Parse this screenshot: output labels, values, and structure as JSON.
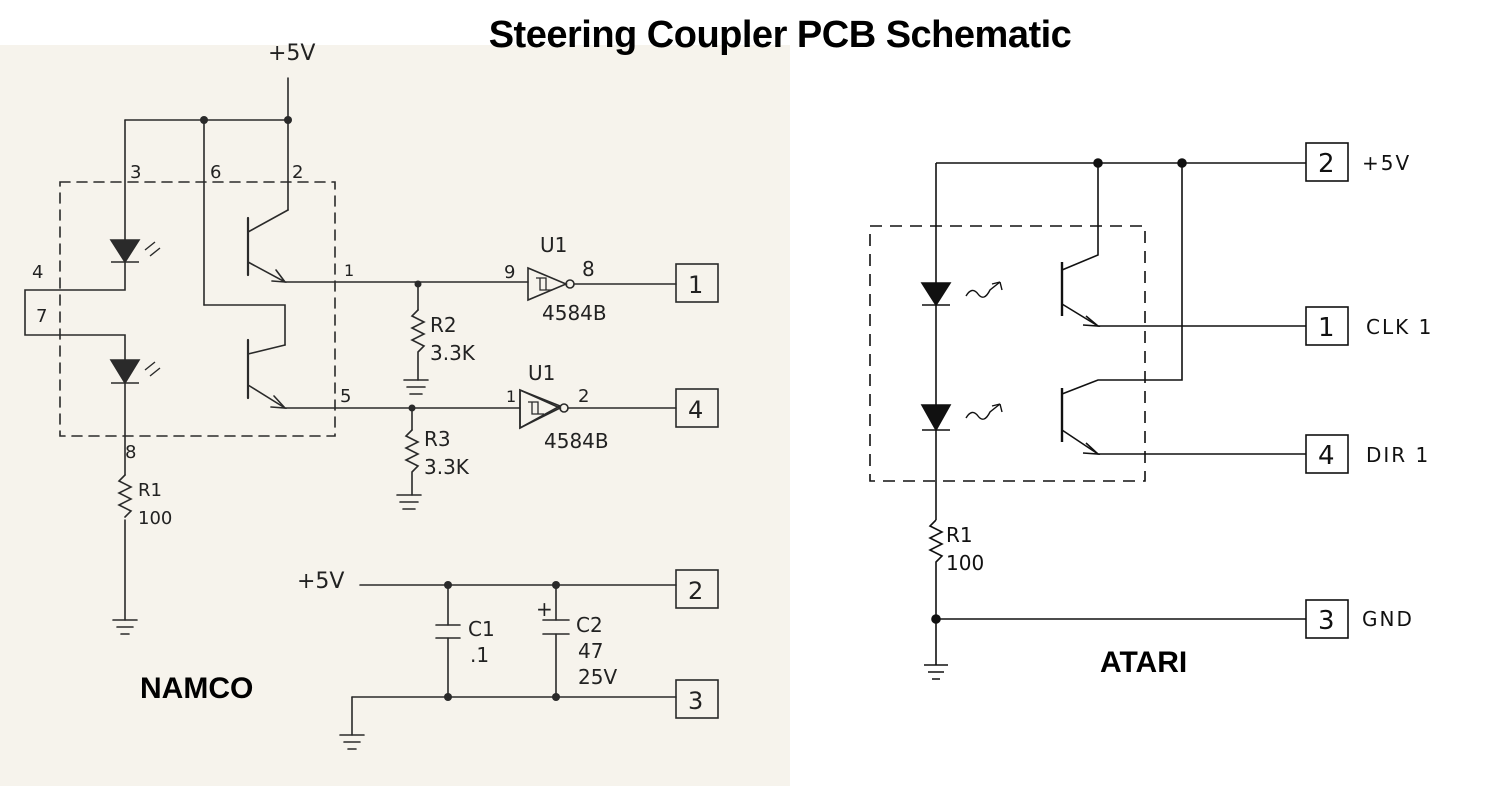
{
  "title": "Steering Coupler PCB Schematic",
  "namco": {
    "label": "NAMCO",
    "supply_top": "+5V",
    "supply_bottom": "+5V",
    "pins": {
      "p1": "1",
      "p2": "2",
      "p3": "3",
      "p4": "4",
      "p5": "5",
      "p6": "6",
      "p7": "7",
      "p8": "8",
      "p9": "9"
    },
    "chip_pins": {
      "in1": "9",
      "out1": "8",
      "in2": "1",
      "out2": "2"
    },
    "chip1": {
      "ref": "U1",
      "part": "4584B"
    },
    "chip2": {
      "ref": "U1",
      "part": "4584B"
    },
    "r1": {
      "ref": "R1",
      "value": "100"
    },
    "r2": {
      "ref": "R2",
      "value": "3.3K"
    },
    "r3": {
      "ref": "R3",
      "value": "3.3K"
    },
    "c1": {
      "ref": "C1",
      "value": ".1"
    },
    "c2": {
      "ref": "C2",
      "value": "47",
      "voltage": "25V",
      "polarity": "+"
    },
    "connectors": [
      "1",
      "4",
      "2",
      "3"
    ]
  },
  "atari": {
    "label": "ATARI",
    "r1": {
      "ref": "R1",
      "value": "100"
    },
    "connectors": [
      {
        "num": "2",
        "signal": "+5V"
      },
      {
        "num": "1",
        "signal": "CLK 1"
      },
      {
        "num": "4",
        "signal": "DIR 1"
      },
      {
        "num": "3",
        "signal": "GND"
      }
    ]
  },
  "colors": {
    "ink": "#111111",
    "pencil": "#2a2a2a",
    "paper": "#f6f3ec"
  }
}
